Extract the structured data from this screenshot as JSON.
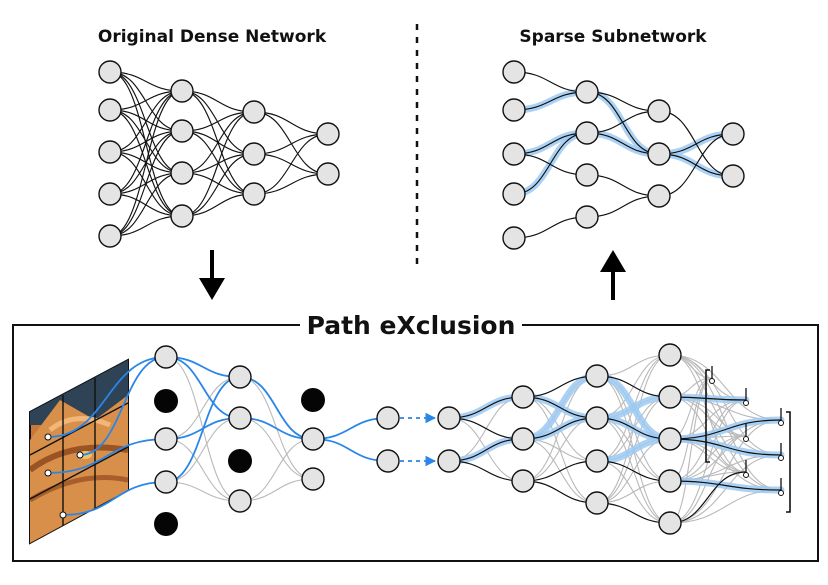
{
  "diagram": {
    "left_title": "Original Dense Network",
    "right_title": "Sparse Subnetwork",
    "box_title": "Path eXclusion"
  },
  "colors": {
    "node_fill": "#e4e4e4",
    "node_stroke": "#111111",
    "highlight_blue": "#2a86e8",
    "highlight_glow": "#9cc9f2",
    "pruned_edge_gray": "#b9b9b9"
  },
  "icons": [
    "arrow-down-icon",
    "arrow-up-icon",
    "cat-image-icon"
  ]
}
